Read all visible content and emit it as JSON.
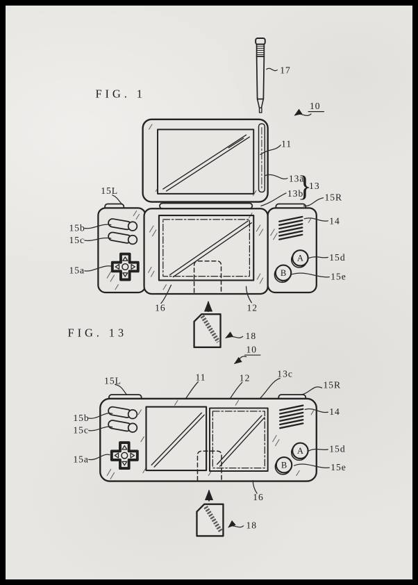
{
  "colors": {
    "paper": "#e8e6e2",
    "ink": "#222222",
    "frame": "#000000"
  },
  "figure1": {
    "title": "FIG. 1",
    "brace": "}",
    "button_a_glyph": "A",
    "button_b_glyph": "B",
    "refs": {
      "stylus": "17",
      "device": "10",
      "upper_screen": "11",
      "upper_housing": "13a",
      "housing_pair": "13",
      "lower_housing": "13b",
      "shoulder_left": "15L",
      "shoulder_right": "15R",
      "pill_button_upper": "15b",
      "pill_button_lower": "15c",
      "cross_key": "15a",
      "speaker": "14",
      "button_a": "15d",
      "button_b": "15e",
      "touch_screen_frame": "16",
      "lower_screen": "12",
      "card": "18"
    }
  },
  "figure13": {
    "title": "FIG. 13",
    "button_a_glyph": "A",
    "button_b_glyph": "B",
    "refs": {
      "device": "10",
      "shoulder_left": "15L",
      "left_screen": "11",
      "right_screen": "12",
      "housing_c": "13c",
      "shoulder_right": "15R",
      "speaker": "14",
      "pill_button_upper": "15b",
      "pill_button_lower": "15c",
      "cross_key": "15a",
      "button_a": "15d",
      "button_b": "15e",
      "screen_frame": "16",
      "card": "18"
    }
  }
}
